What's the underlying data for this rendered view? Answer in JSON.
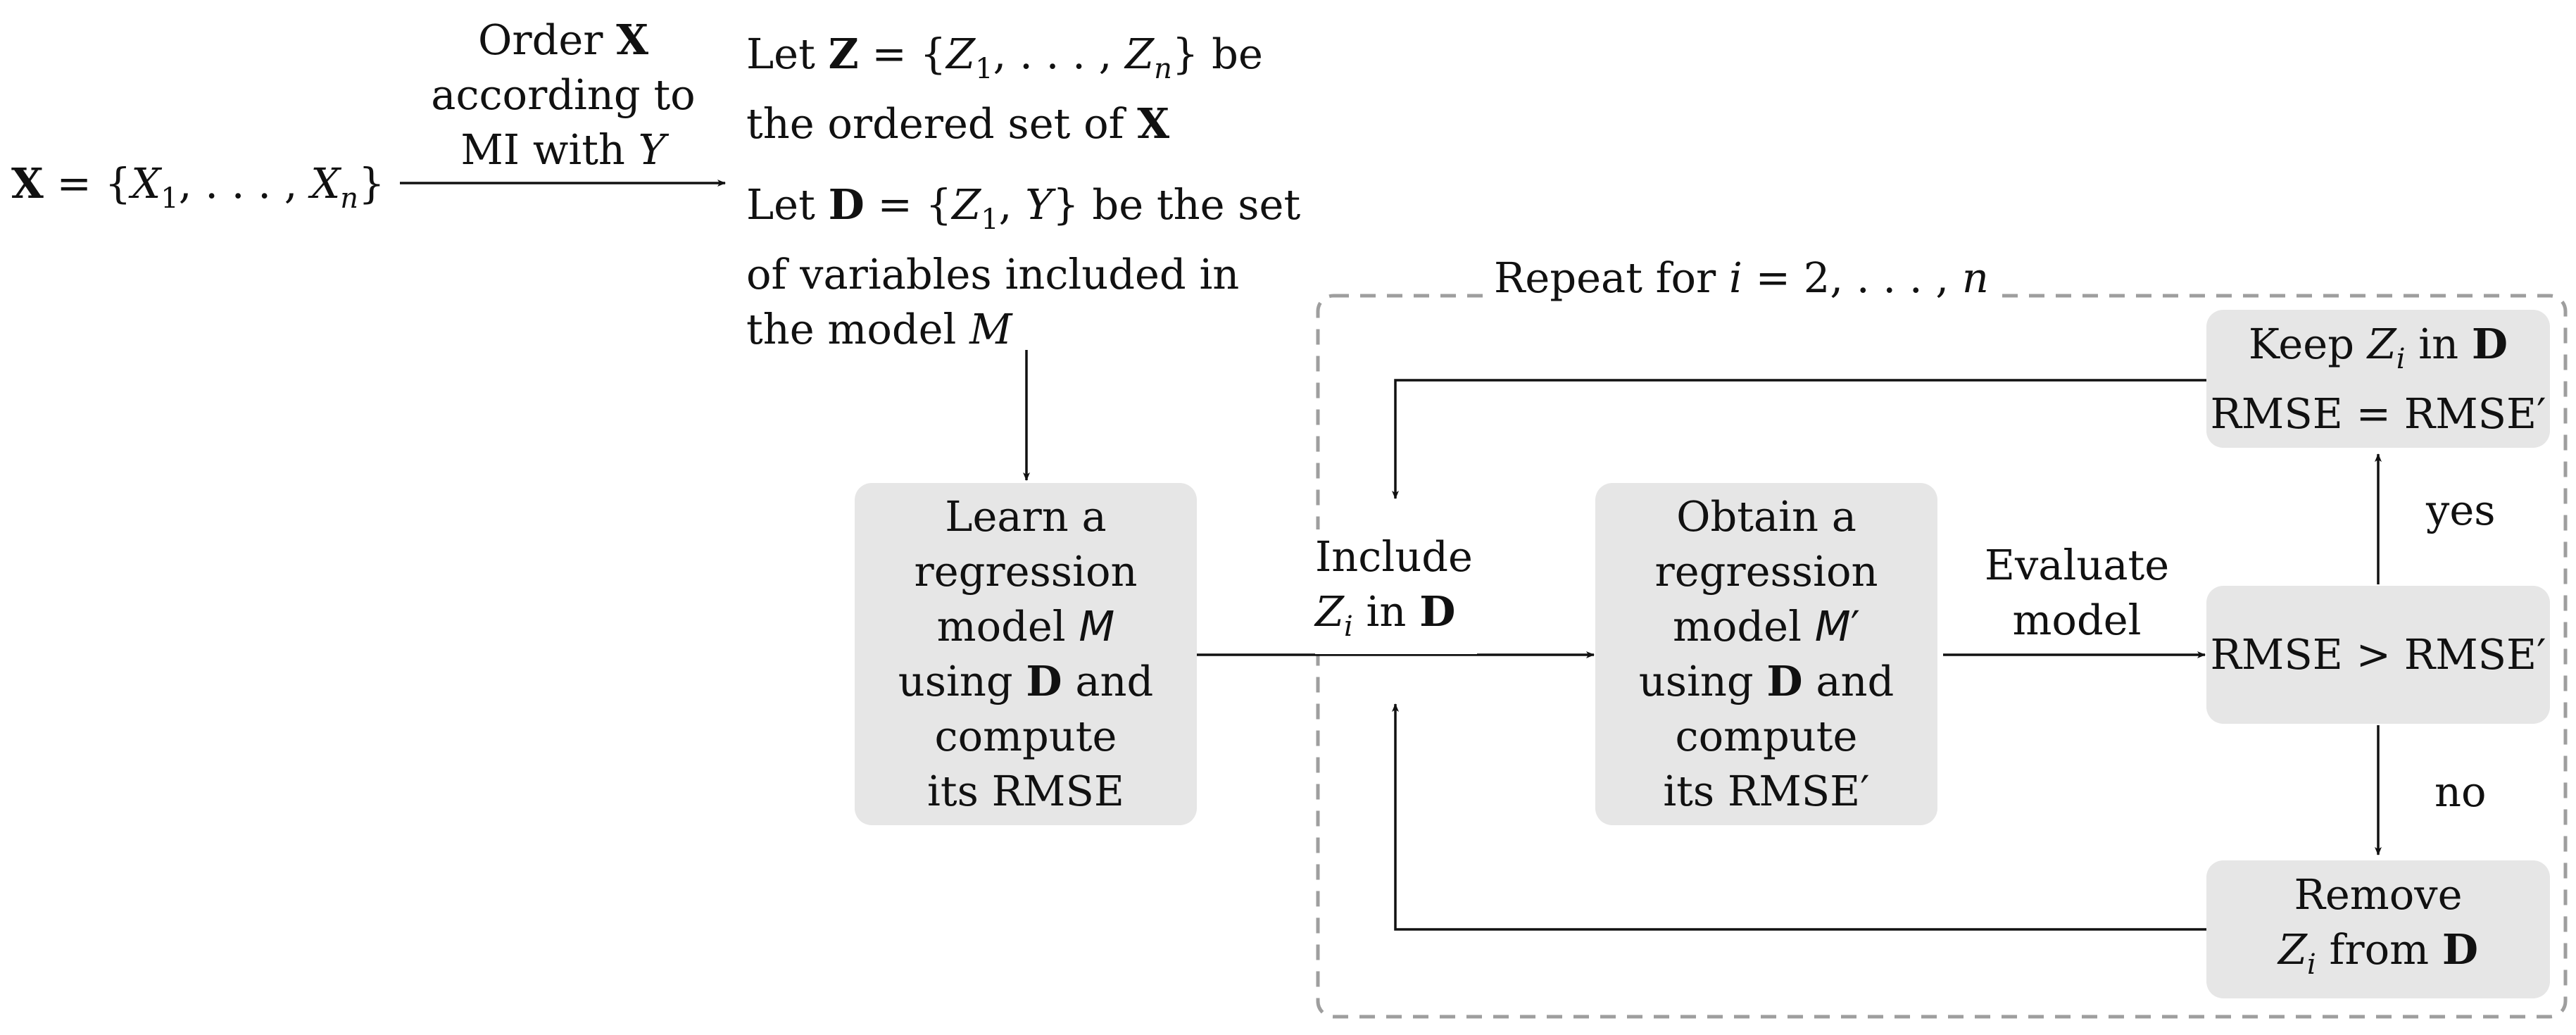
{
  "input": {
    "var": "X",
    "eq": " = {",
    "x1_var": "X",
    "x1_sub": "1",
    "sep": ", . . . , ",
    "xn_var": "X",
    "xn_sub": "n",
    "close": "}"
  },
  "order_step": {
    "line1_text": "Order ",
    "line1_var": "X",
    "line2": "according to",
    "line3_text": "MI with ",
    "line3_var": "Y"
  },
  "z_def": {
    "let": "Let ",
    "var": "Z",
    "eq": " = {",
    "z1_var": "Z",
    "z1_sub": "1",
    "sep": ", . . . , ",
    "zn_var": "Z",
    "zn_sub": "n",
    "close": "} be",
    "line2_text": "the ordered set of ",
    "line2_var": "X"
  },
  "d_def": {
    "let": "Let ",
    "var": "D",
    "eq": " = {",
    "z1_var": "Z",
    "z1_sub": "1",
    "sep": ", ",
    "y_var": "Y",
    "close": "} be the set",
    "line2": "of variables included in",
    "line3_text": "the model ",
    "line3_var": "M"
  },
  "loop": {
    "label_text": "Repeat for ",
    "label_var": "i",
    "label_rest": " = 2, . . . , ",
    "label_n": "n"
  },
  "learn_box": {
    "line1": "Learn a",
    "line2": "regression",
    "line3_text": "model ",
    "line3_sym": "M",
    "line4_text": "using ",
    "line4_bold": "D",
    "line4_rest": " and",
    "line5": "compute",
    "line6": "its RMSE"
  },
  "include_label": {
    "line1": "Include",
    "line2_var": "Z",
    "line2_sub": "i",
    "line2_text": " in ",
    "line2_bold": "D"
  },
  "obtain_box": {
    "line1": "Obtain a",
    "line2": "regression",
    "line3_text": "model ",
    "line3_sym": "M",
    "line3_prime": "′",
    "line4_text": "using ",
    "line4_bold": "D",
    "line4_rest": " and",
    "line5": "compute",
    "line6": "its RMSE′"
  },
  "evaluate_label": {
    "line1": "Evaluate",
    "line2": "model"
  },
  "compare_box": {
    "text": "RMSE > RMSE′"
  },
  "keep_box": {
    "line1_text": "Keep ",
    "line1_var": "Z",
    "line1_sub": "i",
    "line1_in": " in ",
    "line1_bold": "D",
    "line2": "RMSE = RMSE′"
  },
  "remove_box": {
    "line1": "Remove",
    "line2_var": "Z",
    "line2_sub": "i",
    "line2_text": " from ",
    "line2_bold": "D"
  },
  "yes_label": "yes",
  "no_label": "no",
  "colors": {
    "box_fill": "#e6e6e6",
    "loop_border": "#9e9e9e",
    "arrow": "#111111"
  }
}
